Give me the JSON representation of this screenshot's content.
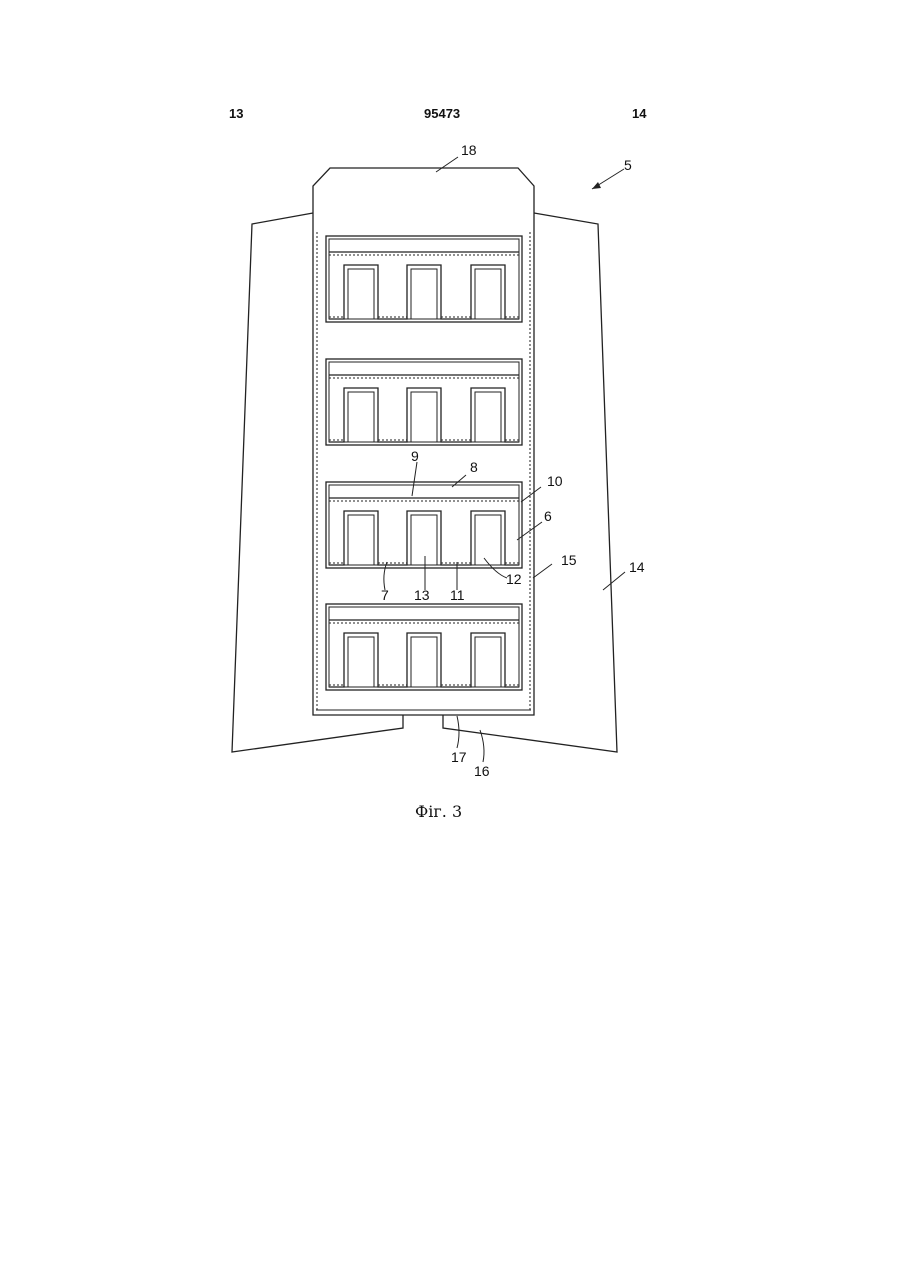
{
  "header": {
    "left_page_number": "13",
    "patent_number": "95473",
    "right_page_number": "14"
  },
  "figure": {
    "caption": "Фіг. 3",
    "reference_labels": {
      "ref_5": "5",
      "ref_6": "6",
      "ref_7": "7",
      "ref_8": "8",
      "ref_9": "9",
      "ref_10": "10",
      "ref_11": "11",
      "ref_12": "12",
      "ref_13": "13",
      "ref_14": "14",
      "ref_15": "15",
      "ref_16": "16",
      "ref_17": "17",
      "ref_18": "18"
    }
  }
}
